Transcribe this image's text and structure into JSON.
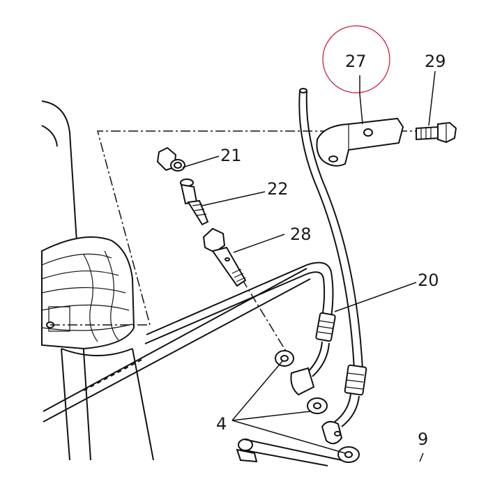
{
  "callouts": {
    "c27": "27",
    "c29": "29",
    "c21": "21",
    "c22": "22",
    "c28": "28",
    "c20": "20",
    "c4": "4",
    "c9": "9"
  },
  "colors": {
    "ink": "#111111",
    "highlight_circle": "#c8102e",
    "background": "#ffffff"
  }
}
